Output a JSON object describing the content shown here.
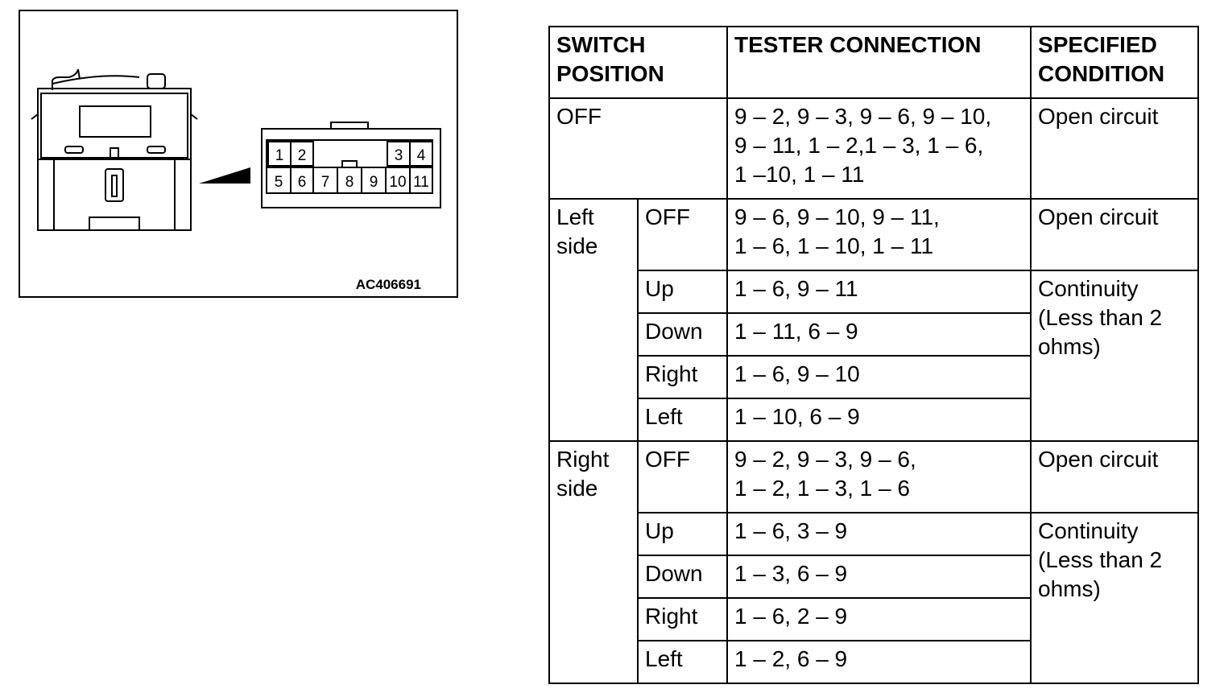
{
  "figure": {
    "code": "AC406691",
    "connector_pins_top": [
      "1",
      "2",
      "3",
      "4"
    ],
    "connector_pins_bottom": [
      "5",
      "6",
      "7",
      "8",
      "9",
      "10",
      "11"
    ]
  },
  "table": {
    "headers": {
      "switch_position": "SWITCH\nPOSITION",
      "tester_connection": "TESTER CONNECTION",
      "specified_condition": "SPECIFIED\nCONDITION"
    },
    "off_row": {
      "position": "OFF",
      "tester": "9 – 2, 9 – 3, 9 – 6, 9 – 10,\n9 – 11, 1 – 2,1 – 3, 1 – 6,\n1 –10, 1 – 11",
      "condition": "Open circuit"
    },
    "left_side": {
      "label": "Left\nside",
      "rows": [
        {
          "position": "OFF",
          "tester": "9 – 6, 9 – 10, 9 – 11,\n 1 – 6, 1 – 10, 1 – 11"
        },
        {
          "position": "Up",
          "tester": "1 – 6, 9 – 11"
        },
        {
          "position": "Down",
          "tester": "1 – 11, 6 – 9"
        },
        {
          "position": "Right",
          "tester": "1 – 6, 9 – 10"
        },
        {
          "position": "Left",
          "tester": "1 – 10, 6 – 9"
        }
      ],
      "off_condition": "Open circuit",
      "continuity_condition": "Continuity\n(Less than 2\nohms)"
    },
    "right_side": {
      "label": "Right\nside",
      "rows": [
        {
          "position": "OFF",
          "tester": "9 – 2, 9 – 3, 9 – 6,\n1 – 2, 1 – 3, 1 – 6"
        },
        {
          "position": "Up",
          "tester": "1 – 6, 3 – 9"
        },
        {
          "position": "Down",
          "tester": "1 – 3, 6 – 9"
        },
        {
          "position": "Right",
          "tester": "1 – 6, 2 – 9"
        },
        {
          "position": "Left",
          "tester": "1 – 2, 6 – 9"
        }
      ],
      "off_condition": "Open circuit",
      "continuity_condition": "Continuity\n(Less than 2\nohms)"
    }
  }
}
